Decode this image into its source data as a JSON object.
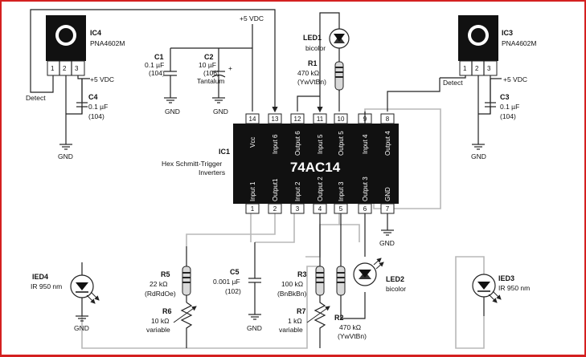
{
  "colors": {
    "border": "#d42020",
    "chip": "#111111",
    "wire": "#222222",
    "light_wire": "#b8b8b8",
    "resistor": "#d9d9d9"
  },
  "ic1": {
    "name": "74AC14",
    "ref": "IC1",
    "desc1": "Hex Schmitt-Trigger",
    "desc2": "Inverters",
    "top_pin_numbers": [
      "14",
      "13",
      "12",
      "11",
      "10",
      "9",
      "8"
    ],
    "top_pin_labels": [
      "Vcc",
      "Input 6",
      "Output 6",
      "Input 5",
      "Output 5",
      "Input 4",
      "Output 4"
    ],
    "bottom_pin_numbers": [
      "1",
      "2",
      "3",
      "4",
      "5",
      "6",
      "7"
    ],
    "bottom_pin_labels": [
      "Input 1",
      "Output1",
      "Input 2",
      "Output 2",
      "Input 3",
      "Output 3",
      "GND"
    ]
  },
  "ic4": {
    "ref": "IC4",
    "part": "PNA4602M",
    "pins": [
      "1",
      "2",
      "3"
    ],
    "detect": "Detect"
  },
  "ic3": {
    "ref": "IC3",
    "part": "PNA4602M",
    "pins": [
      "1",
      "2",
      "3"
    ],
    "detect": "Detect"
  },
  "vdc_top": "+5 VDC",
  "vdc_left": "+5 VDC",
  "vdc_right": "+5 VDC",
  "c1": {
    "ref": "C1",
    "value": "0.1 µF",
    "code": "(104)"
  },
  "c2": {
    "ref": "C2",
    "value": "10 µF",
    "code": "(106)",
    "type": "Tantalum"
  },
  "c3": {
    "ref": "C3",
    "value": "0.1 µF",
    "code": "(104)"
  },
  "c4": {
    "ref": "C4",
    "value": "0.1 µF",
    "code": "(104)"
  },
  "c5": {
    "ref": "C5",
    "value": "0.001 µF",
    "code": "(102)"
  },
  "led1": {
    "ref": "LED1",
    "desc": "bicolor"
  },
  "led2": {
    "ref": "LED2",
    "desc": "bicolor"
  },
  "r1": {
    "ref": "R1",
    "value": "470 kΩ",
    "code": "(YwVtBn)"
  },
  "r2": {
    "ref": "R2",
    "value": "470 kΩ",
    "code": "(YwVtBn)"
  },
  "r3": {
    "ref": "R3",
    "value": "100 kΩ",
    "code": "(BnBkBn)"
  },
  "r5": {
    "ref": "R5",
    "value": "22 kΩ",
    "code": "(RdRdOe)"
  },
  "r6": {
    "ref": "R6",
    "value": "10 kΩ",
    "desc": "variable"
  },
  "r7": {
    "ref": "R7",
    "value": "1 kΩ",
    "desc": "variable"
  },
  "ied4": {
    "ref": "IED4",
    "desc": "IR 950 nm"
  },
  "ied3": {
    "ref": "IED3",
    "desc": "IR 950 nm"
  },
  "gnd": "GND"
}
